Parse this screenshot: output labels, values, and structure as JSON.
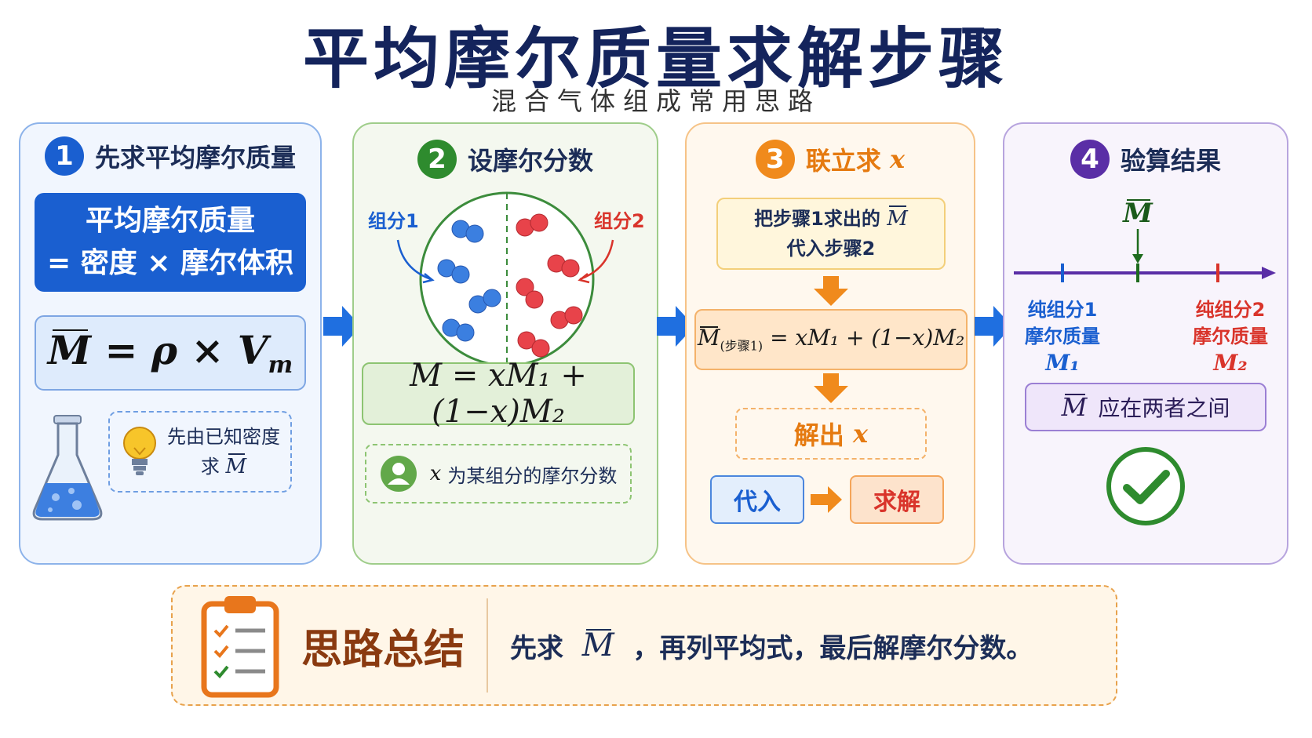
{
  "title": "平均摩尔质量求解步骤",
  "subtitle": "混合气体组成常用思路",
  "colors": {
    "navy": "#14245c",
    "blue": "#1a5fd0",
    "green": "#2e8b2e",
    "orange": "#f08a1c",
    "purple": "#5a2ea6",
    "red": "#d9342b",
    "arrow_blue": "#1f6fe0"
  },
  "step1": {
    "number": "1",
    "title": "先求平均摩尔质量",
    "box_line1": "平均摩尔质量",
    "box_line2": "= 密度 × 摩尔体积",
    "formula_m": "M",
    "formula_rest": "= ρ × V",
    "formula_sub": "m",
    "hint_line1": "先由已知密度",
    "hint_line2": "求",
    "hint_m": "M",
    "icon_flask": "flask-icon",
    "icon_bulb": "lightbulb-icon"
  },
  "step2": {
    "number": "2",
    "title": "设摩尔分数",
    "component1": "组分1",
    "component2": "组分2",
    "formula": "M = xM₁ + (1−x)M₂",
    "note_x": "x",
    "note_text": "为某组分的摩尔分数",
    "icon_user": "user-icon"
  },
  "step3": {
    "number": "3",
    "title": "联立求",
    "title_var": "x",
    "box1_line1": "把步骤1求出的",
    "box1_m": "M",
    "box1_line2": "代入步骤2",
    "equation_m": "M",
    "equation_sub": "(步骤1)",
    "equation_rest": "= xM₁ + (1−x)M₂",
    "solve_label": "解出",
    "solve_var": "x",
    "btn_substitute": "代入",
    "btn_solve": "求解"
  },
  "step4": {
    "number": "4",
    "title": "验算结果",
    "marker_m": "M",
    "left_line1": "纯组分1",
    "left_line2": "摩尔质量",
    "left_m": "M₁",
    "right_line1": "纯组分2",
    "right_line2": "摩尔质量",
    "right_m": "M₂",
    "range_m": "M",
    "range_text": "应在两者之间",
    "icon_check": "check-circle-icon"
  },
  "summary": {
    "title": "思路总结",
    "text_pre": "先求",
    "text_m": "M",
    "text_post": "，再列平均式，最后解摩尔分数。",
    "icon_clipboard": "clipboard-checklist-icon"
  }
}
